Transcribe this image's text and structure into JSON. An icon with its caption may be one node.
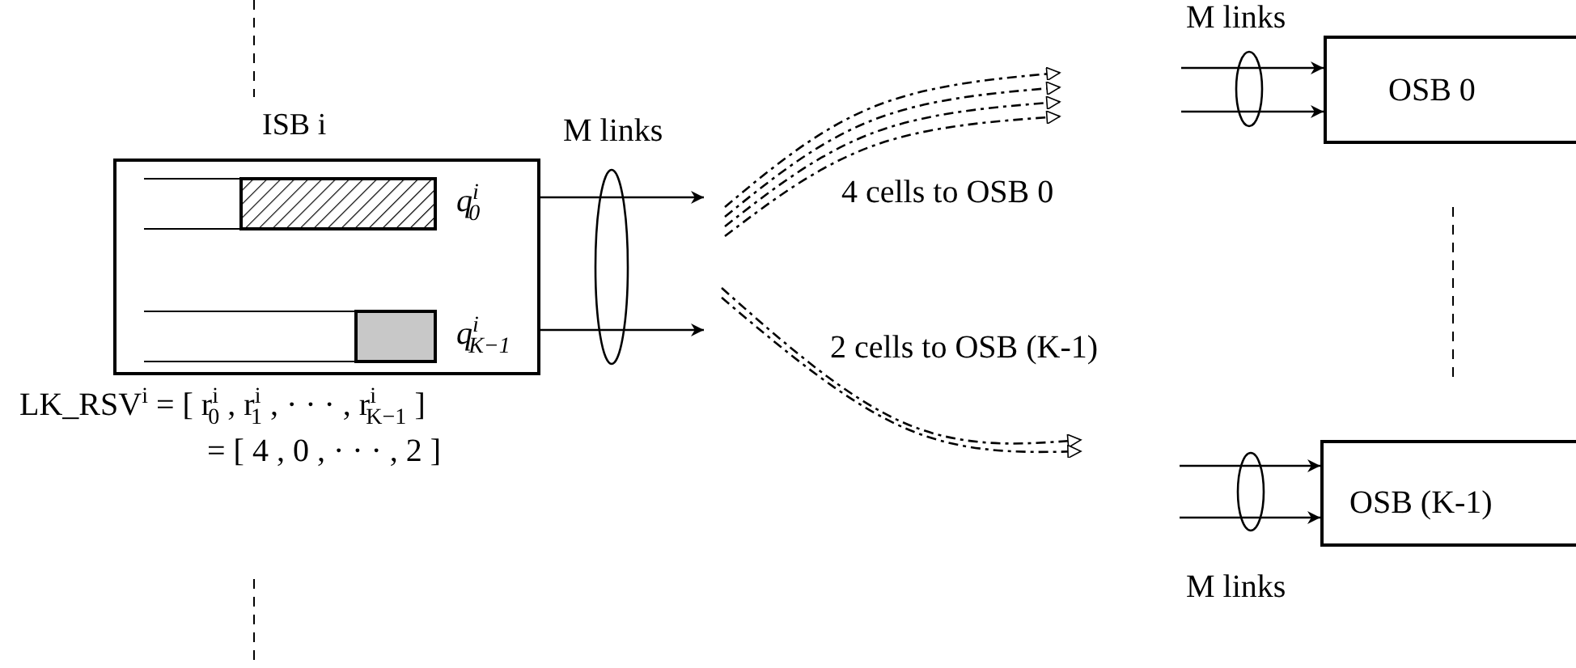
{
  "diagram": {
    "nodes": [
      {
        "text": [
          "ISB  i"
        ]
      },
      {
        "text": [],
        "shape": "bar",
        "in": 0,
        "beside": [
          "q$^{i}$$_{0}$"
        ]
      },
      {
        "text": [],
        "shape": "bar",
        "in": 0,
        "beside": [
          "q$^{i}$$_{K−1}$"
        ]
      },
      {
        "text": [
          "OSB  0"
        ]
      },
      {
        "text": [
          "OSB  (K-1)"
        ]
      }
    ],
    "edges": [
      {
        "from": 0,
        "to": null,
        "arrow": "to"
      },
      {
        "from": 0,
        "to": null,
        "arrow": "to"
      },
      {
        "from": null,
        "to": 3,
        "arrow": "to"
      },
      {
        "from": null,
        "to": 3,
        "arrow": "to"
      },
      {
        "from": null,
        "to": 4,
        "arrow": "to"
      },
      {
        "from": null,
        "to": 4,
        "arrow": "to"
      }
    ],
    "labels": [
      "M links",
      "M links",
      "4 cells to OSB 0",
      "2 cells to OSB (K-1)",
      "LK_RSV$^{i}$ = [ r$^{i}$$_{0}$ , r$^{i}$$_{1}$ , · · · , r$^{i}$$_{K−1}$ ]",
      "= [ 4 ,  0 ,    · · · , 2  ]",
      "M links"
    ]
  }
}
